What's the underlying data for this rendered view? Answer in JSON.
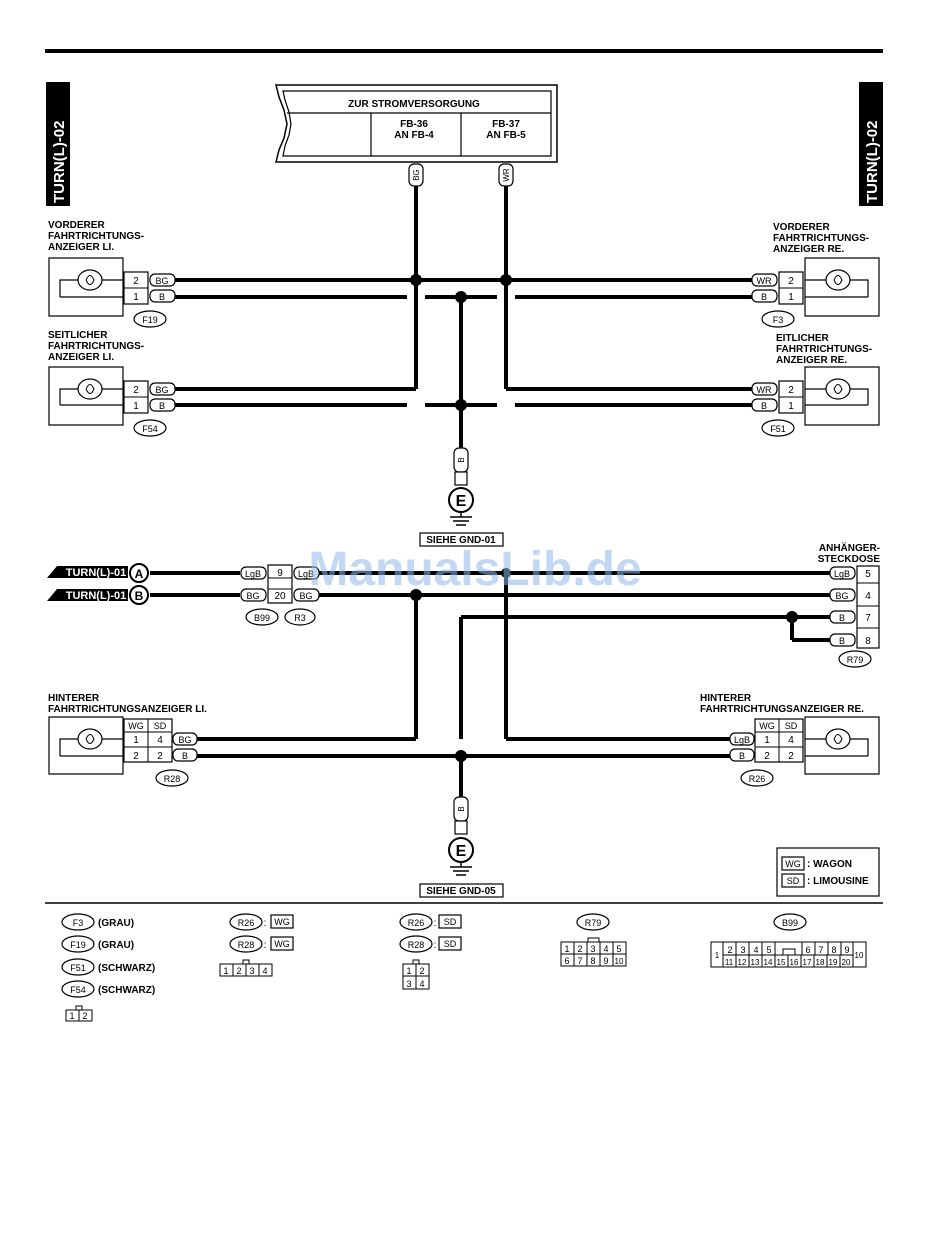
{
  "page_id": "TURN(L)-02",
  "power_box": {
    "title": "ZUR STROMVERSORGUNG",
    "fuse_left": [
      "FB-36",
      "AN FB-4"
    ],
    "fuse_right": [
      "FB-37",
      "AN FB-5"
    ]
  },
  "wires": {
    "bg": "BG",
    "wr": "WR",
    "b": "B",
    "lgb": "LgB"
  },
  "lamps": {
    "front_left": [
      "VORDERER",
      "FAHRTRICHTUNGS-",
      "ANZEIGER LI."
    ],
    "front_right": [
      "VORDERER",
      "FAHRTRICHTUNGS-",
      "ANZEIGER RE."
    ],
    "side_left": [
      "SEITLICHER",
      "FAHRTRICHTUNGS-",
      "ANZEIGER LI."
    ],
    "side_right": [
      "EITLICHER",
      "FAHRTRICHTUNGS-",
      "ANZEIGER RE."
    ],
    "rear_left": [
      "HINTERER",
      "FAHRTRICHTUNGSANZEIGER LI."
    ],
    "rear_right": [
      "HINTERER",
      "FAHRTRICHTUNGSANZEIGER RE."
    ],
    "trailer": [
      "ANHÄNGER-",
      "STECKDOSE"
    ]
  },
  "connectors": {
    "f19": "F19",
    "f3": "F3",
    "f54": "F54",
    "f51": "F51",
    "b99": "B99",
    "r3": "R3",
    "r28": "R28",
    "r26": "R26",
    "r79": "R79"
  },
  "pins": {
    "p1": "1",
    "p2": "2",
    "p4": "4",
    "p5": "5",
    "p7": "7",
    "p8": "8",
    "p9": "9",
    "p20": "20"
  },
  "ground": {
    "symbol": "E",
    "gnd01": "SIEHE GND-01",
    "gnd05": "SIEHE GND-05"
  },
  "refs": {
    "a": "TURN(L)-01",
    "a_letter": "A",
    "b": "TURN(L)-01",
    "b_letter": "B"
  },
  "variants": {
    "wg": "WG",
    "sd": "SD",
    "wg_desc": ": WAGON",
    "sd_desc": ": LIMOUSINE"
  },
  "legend": {
    "f3": "F3",
    "f3_color": "(GRAU)",
    "f19": "F19",
    "f19_color": "(GRAU)",
    "f51": "F51",
    "f51_color": "(SCHWARZ)",
    "f54": "F54",
    "f54_color": "(SCHWARZ)",
    "r26": "R26",
    "r28": "R28",
    "colon": ":",
    "r79": "R79",
    "b99": "B99"
  },
  "cells": {
    "n1": "1",
    "n2": "2",
    "n3": "3",
    "n4": "4",
    "n5": "5",
    "n6": "6",
    "n7": "7",
    "n8": "8",
    "n9": "9",
    "n10": "10",
    "n11": "11",
    "n12": "12",
    "n13": "13",
    "n14": "14",
    "n15": "15",
    "n16": "16",
    "n17": "17",
    "n18": "18",
    "n19": "19",
    "n20": "20"
  },
  "watermark": "ManualsLib.de",
  "colors": {
    "line": "#000000",
    "watermark": "#8fb8e8"
  }
}
